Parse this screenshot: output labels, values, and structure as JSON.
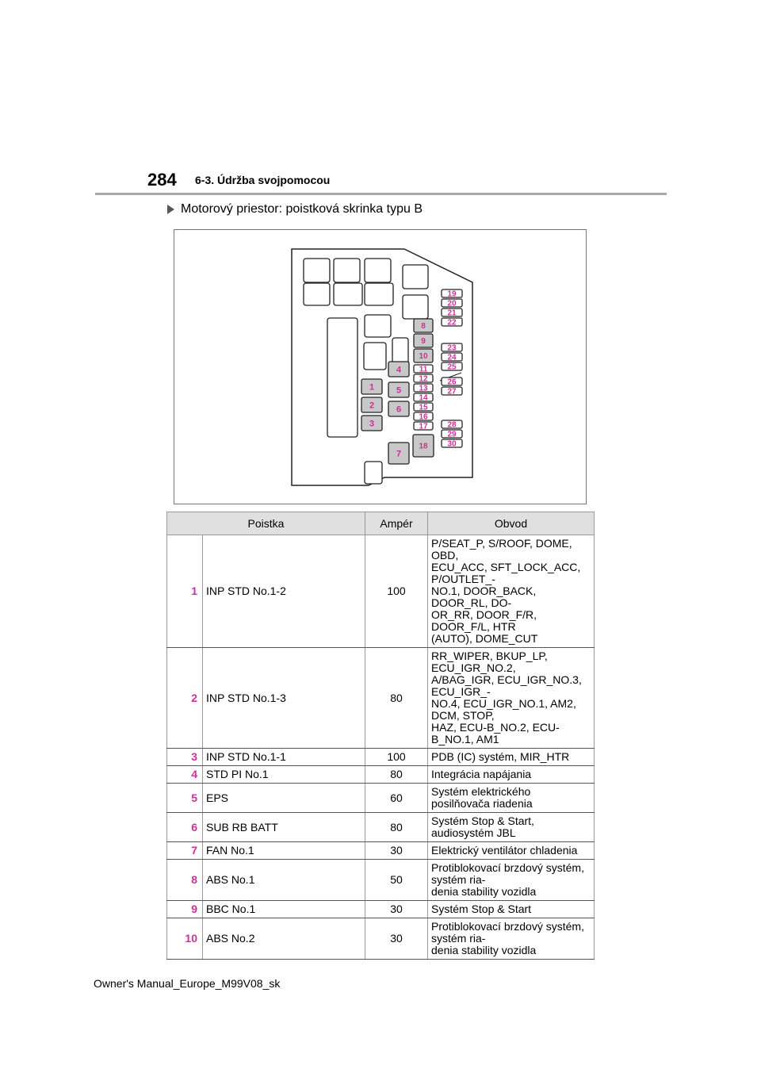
{
  "header": {
    "page_number": "284",
    "section": "6-3. Údržba svojpomocou"
  },
  "subheading": "Motorový priestor: poistková skrinka typu B",
  "diagram": {
    "colors": {
      "label": "#cc2f9b",
      "fuse_fill": "#c8c8c8",
      "stroke": "#222222"
    },
    "labels": [
      "1",
      "2",
      "3",
      "4",
      "5",
      "6",
      "7",
      "8",
      "9",
      "10",
      "11",
      "12",
      "13",
      "14",
      "15",
      "16",
      "17",
      "18",
      "19",
      "20",
      "21",
      "22",
      "23",
      "24",
      "25",
      "26",
      "27",
      "28",
      "29",
      "30"
    ]
  },
  "table": {
    "headers": [
      "Poistka",
      "Ampér",
      "Obvod"
    ],
    "rows": [
      {
        "no": "1",
        "name": "INP STD No.1-2",
        "amp": "100",
        "circuit": [
          "P/SEAT_P, S/ROOF, DOME, OBD,",
          "ECU_ACC, SFT_LOCK_ACC, P/OUTLET_-",
          "NO.1, DOOR_BACK, DOOR_RL, DO-",
          "OR_RR, DOOR_F/R, DOOR_F/L, HTR",
          "(AUTO), DOME_CUT"
        ]
      },
      {
        "no": "2",
        "name": "INP STD No.1-3",
        "amp": "80",
        "circuit": [
          "RR_WIPER, BKUP_LP, ECU_IGR_NO.2,",
          "A/BAG_IGR, ECU_IGR_NO.3, ECU_IGR_-",
          "NO.4, ECU_IGR_NO.1, AM2, DCM, STOP,",
          "HAZ, ECU-B_NO.2, ECU-B_NO.1, AM1"
        ]
      },
      {
        "no": "3",
        "name": "INP STD No.1-1",
        "amp": "100",
        "circuit": [
          "PDB (IC) systém, MIR_HTR"
        ]
      },
      {
        "no": "4",
        "name": "STD PI No.1",
        "amp": "80",
        "circuit": [
          "Integrácia napájania"
        ]
      },
      {
        "no": "5",
        "name": "EPS",
        "amp": "60",
        "circuit": [
          "Systém elektrického posilňovača riadenia"
        ]
      },
      {
        "no": "6",
        "name": "SUB RB BATT",
        "amp": "80",
        "circuit": [
          "Systém Stop & Start, audiosystém JBL"
        ]
      },
      {
        "no": "7",
        "name": "FAN No.1",
        "amp": "30",
        "circuit": [
          "Elektrický ventilátor chladenia"
        ]
      },
      {
        "no": "8",
        "name": "ABS No.1",
        "amp": "50",
        "circuit": [
          "Protiblokovací brzdový systém, systém ria-",
          "denia stability vozidla"
        ]
      },
      {
        "no": "9",
        "name": "BBC No.1",
        "amp": "30",
        "circuit": [
          "Systém Stop & Start"
        ]
      },
      {
        "no": "10",
        "name": "ABS No.2",
        "amp": "30",
        "circuit": [
          "Protiblokovací brzdový systém, systém ria-",
          "denia stability vozidla"
        ]
      }
    ]
  },
  "footer": "Owner's Manual_Europe_M99V08_sk"
}
